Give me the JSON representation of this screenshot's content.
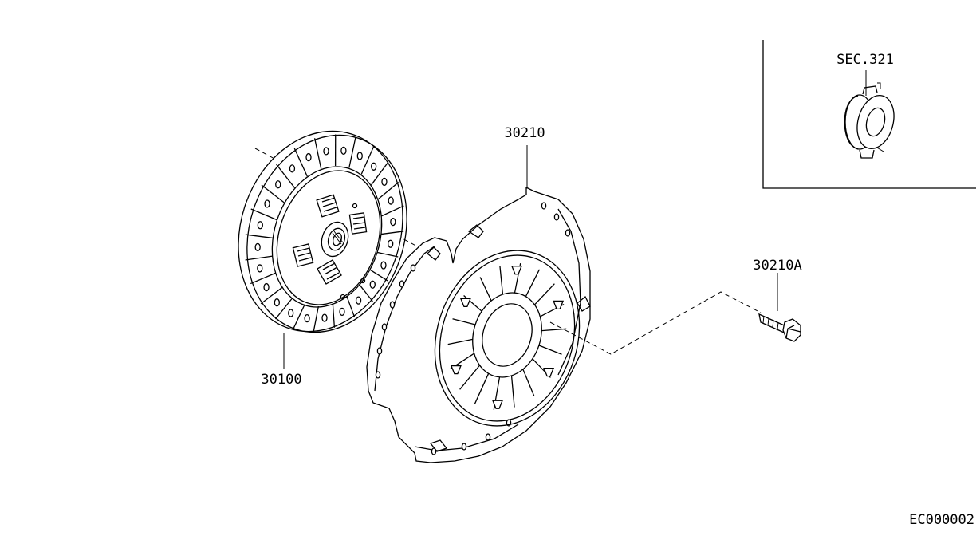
{
  "labels": {
    "clutch_disc": "30100",
    "clutch_cover": "30210",
    "cover_bolt": "30210A",
    "section_ref": "SEC.321",
    "figure_code": "EC000002"
  },
  "colors": {
    "line": "#000000",
    "background": "#ffffff"
  }
}
